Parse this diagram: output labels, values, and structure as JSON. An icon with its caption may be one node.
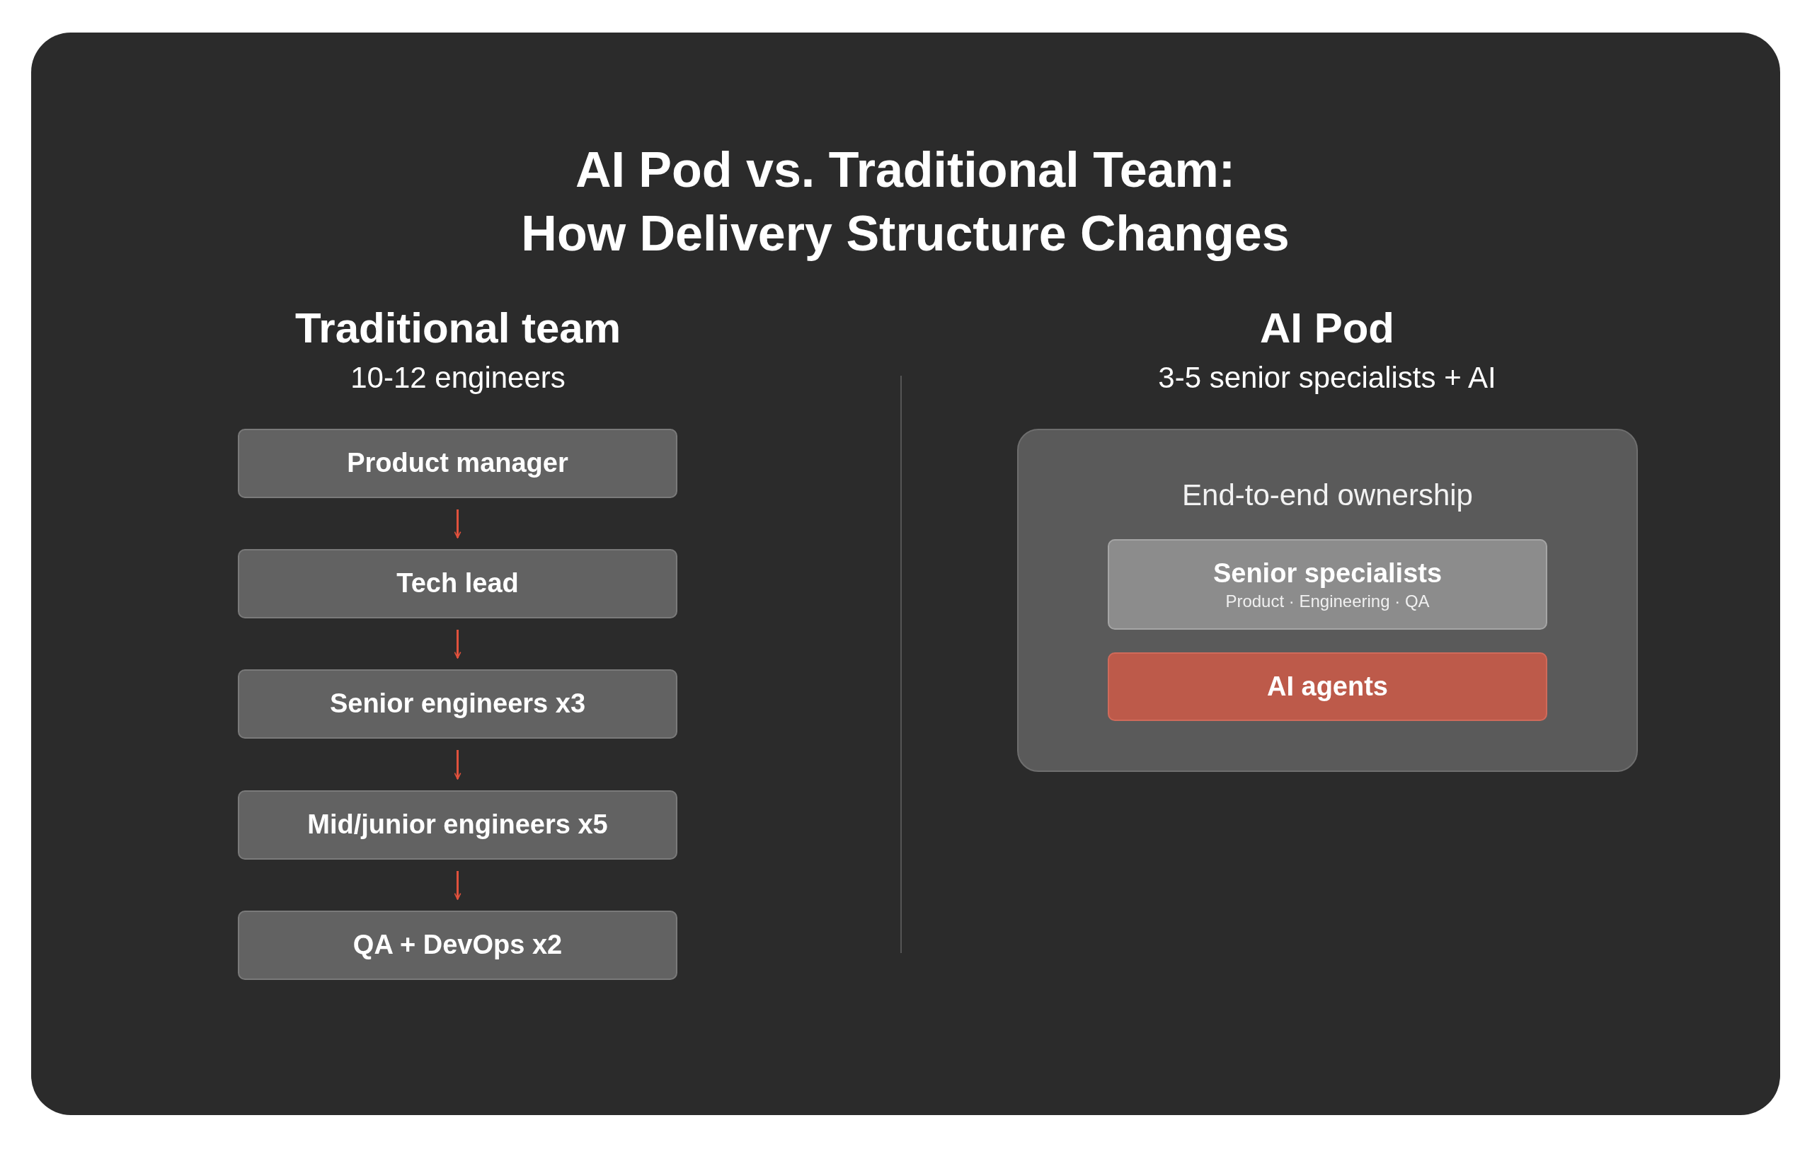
{
  "diagram": {
    "title": "AI Pod vs. Traditional Team: How Delivery Structure Changes",
    "nodes": [
      {
        "text": [
          "Product manager"
        ]
      },
      {
        "text": [
          "Tech lead"
        ]
      },
      {
        "text": [
          "Senior engineers x3"
        ]
      },
      {
        "text": [
          "Mid/junior engineers x5"
        ]
      },
      {
        "text": [
          "QA + DevOps x2"
        ]
      },
      {
        "text": [
          "End-to-end ownership"
        ]
      },
      {
        "text": [
          "Senior specialists",
          "Product · Engineering · QA"
        ],
        "in": 5
      },
      {
        "text": [
          "AI agents"
        ],
        "in": 5
      }
    ],
    "edges": [
      {
        "from": 0,
        "to": 1,
        "arrow": "to"
      },
      {
        "from": 1,
        "to": 2,
        "arrow": "to"
      },
      {
        "from": 2,
        "to": 3,
        "arrow": "to"
      },
      {
        "from": 3,
        "to": 4,
        "arrow": "to"
      }
    ],
    "labels": [
      "Traditional team",
      "10-12 engineers",
      "AI Pod",
      "3-5 senior specialists + AI"
    ]
  }
}
